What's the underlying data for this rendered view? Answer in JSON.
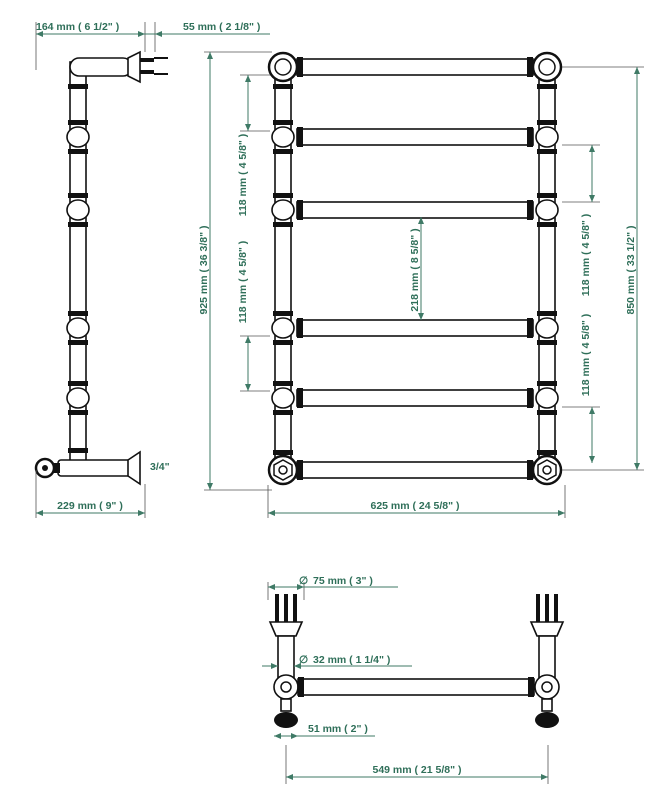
{
  "colors": {
    "dimension": "#2f6f59",
    "outline": "#111111"
  },
  "side_view": {
    "top_depth": "164 mm ( 6 1/2\" )",
    "wall_gap": "55 mm ( 2 1/8\" )",
    "bottom_depth": "229 mm ( 9\" )",
    "connection": "3/4\""
  },
  "front_view": {
    "total_height": "925 mm ( 36 3/8\" )",
    "left_spacing_upper": "118 mm ( 4 5/8\" )",
    "left_spacing_lower": "118 mm ( 4 5/8\" )",
    "middle_gap": "218 mm ( 8 5/8\" )",
    "right_spacing_upper": "118 mm ( 4 5/8\" )",
    "right_spacing_lower": "118 mm ( 4 5/8\" )",
    "center_height": "850 mm ( 33 1/2\" )",
    "total_width": "625 mm ( 24 5/8\" )"
  },
  "top_view": {
    "flange_diameter": "75 mm ( 3\" )",
    "pipe_diameter": "32 mm ( 1 1/4\" )",
    "valve_width": "51 mm ( 2\" )",
    "center_width": "549 mm ( 21 5/8\" )"
  }
}
